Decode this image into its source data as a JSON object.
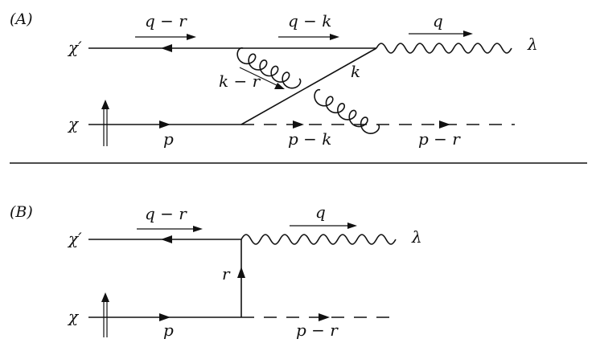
{
  "separator": true,
  "panels": [
    {
      "id": "A",
      "label": "(A)",
      "particles": {
        "top_left": "χ′",
        "bottom_left": "χ",
        "photon_out": "λ"
      },
      "momenta": {
        "q_minus_r": "q − r",
        "q_minus_k": "q − k",
        "q": "q",
        "k_minus_r": "k − r",
        "k": "k",
        "p": "p",
        "p_minus_k": "p − k",
        "p_minus_r": "p − r"
      }
    },
    {
      "id": "B",
      "label": "(B)",
      "particles": {
        "top_left": "χ′",
        "bottom_left": "χ",
        "photon_out": "λ"
      },
      "momenta": {
        "q_minus_r": "q − r",
        "q": "q",
        "r": "r",
        "p": "p",
        "p_minus_r": "p − r"
      }
    }
  ]
}
